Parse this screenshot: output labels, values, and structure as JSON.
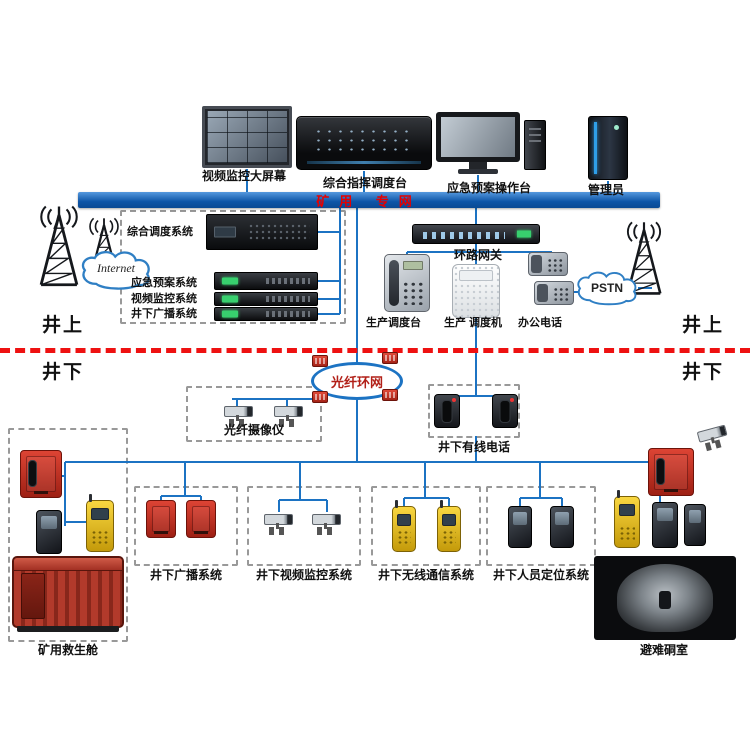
{
  "top_bar": {
    "label": "矿用 专网"
  },
  "top_devices": {
    "video_wall": "视频监控大屏幕",
    "command_console": "综合指挥调度台",
    "emergency_console": "应急预案操作台",
    "admin": "管理员"
  },
  "surface": {
    "systems": [
      {
        "label": "综合调度系统"
      },
      {
        "label": "应急预案系统"
      },
      {
        "label": "视频监控系统"
      },
      {
        "label": "井下广播系统"
      }
    ],
    "internet_label": "Internet",
    "pstn_label": "PSTN",
    "gateway_label": "环路网关",
    "production_console_label": "生产调度台",
    "production_switch_label": "生产 调度机",
    "office_phone_label": "办公电话"
  },
  "divider": {
    "left_surface": "井上",
    "left_underground": "井下",
    "right_surface": "井上",
    "right_underground": "井下"
  },
  "underground": {
    "fiber_ring_label": "光纤环网",
    "fiber_camera_label": "光纤摄像仪",
    "wired_phone_label": "井下有线电话",
    "systems": [
      {
        "label": "井下广播系统"
      },
      {
        "label": "井下视频监控系统"
      },
      {
        "label": "井下无线通信系统"
      },
      {
        "label": "井下人员定位系统"
      }
    ],
    "rescue_capsule_label": "矿用救生舱",
    "refuge_chamber_label": "避难硐室"
  },
  "colors": {
    "network_bar": "#0e55a7",
    "bar_text": "#e60000",
    "wire": "#1c73c3",
    "divider_red": "#ee1111",
    "device_red": "#c03022",
    "handset_yellow": "#e8c227"
  }
}
